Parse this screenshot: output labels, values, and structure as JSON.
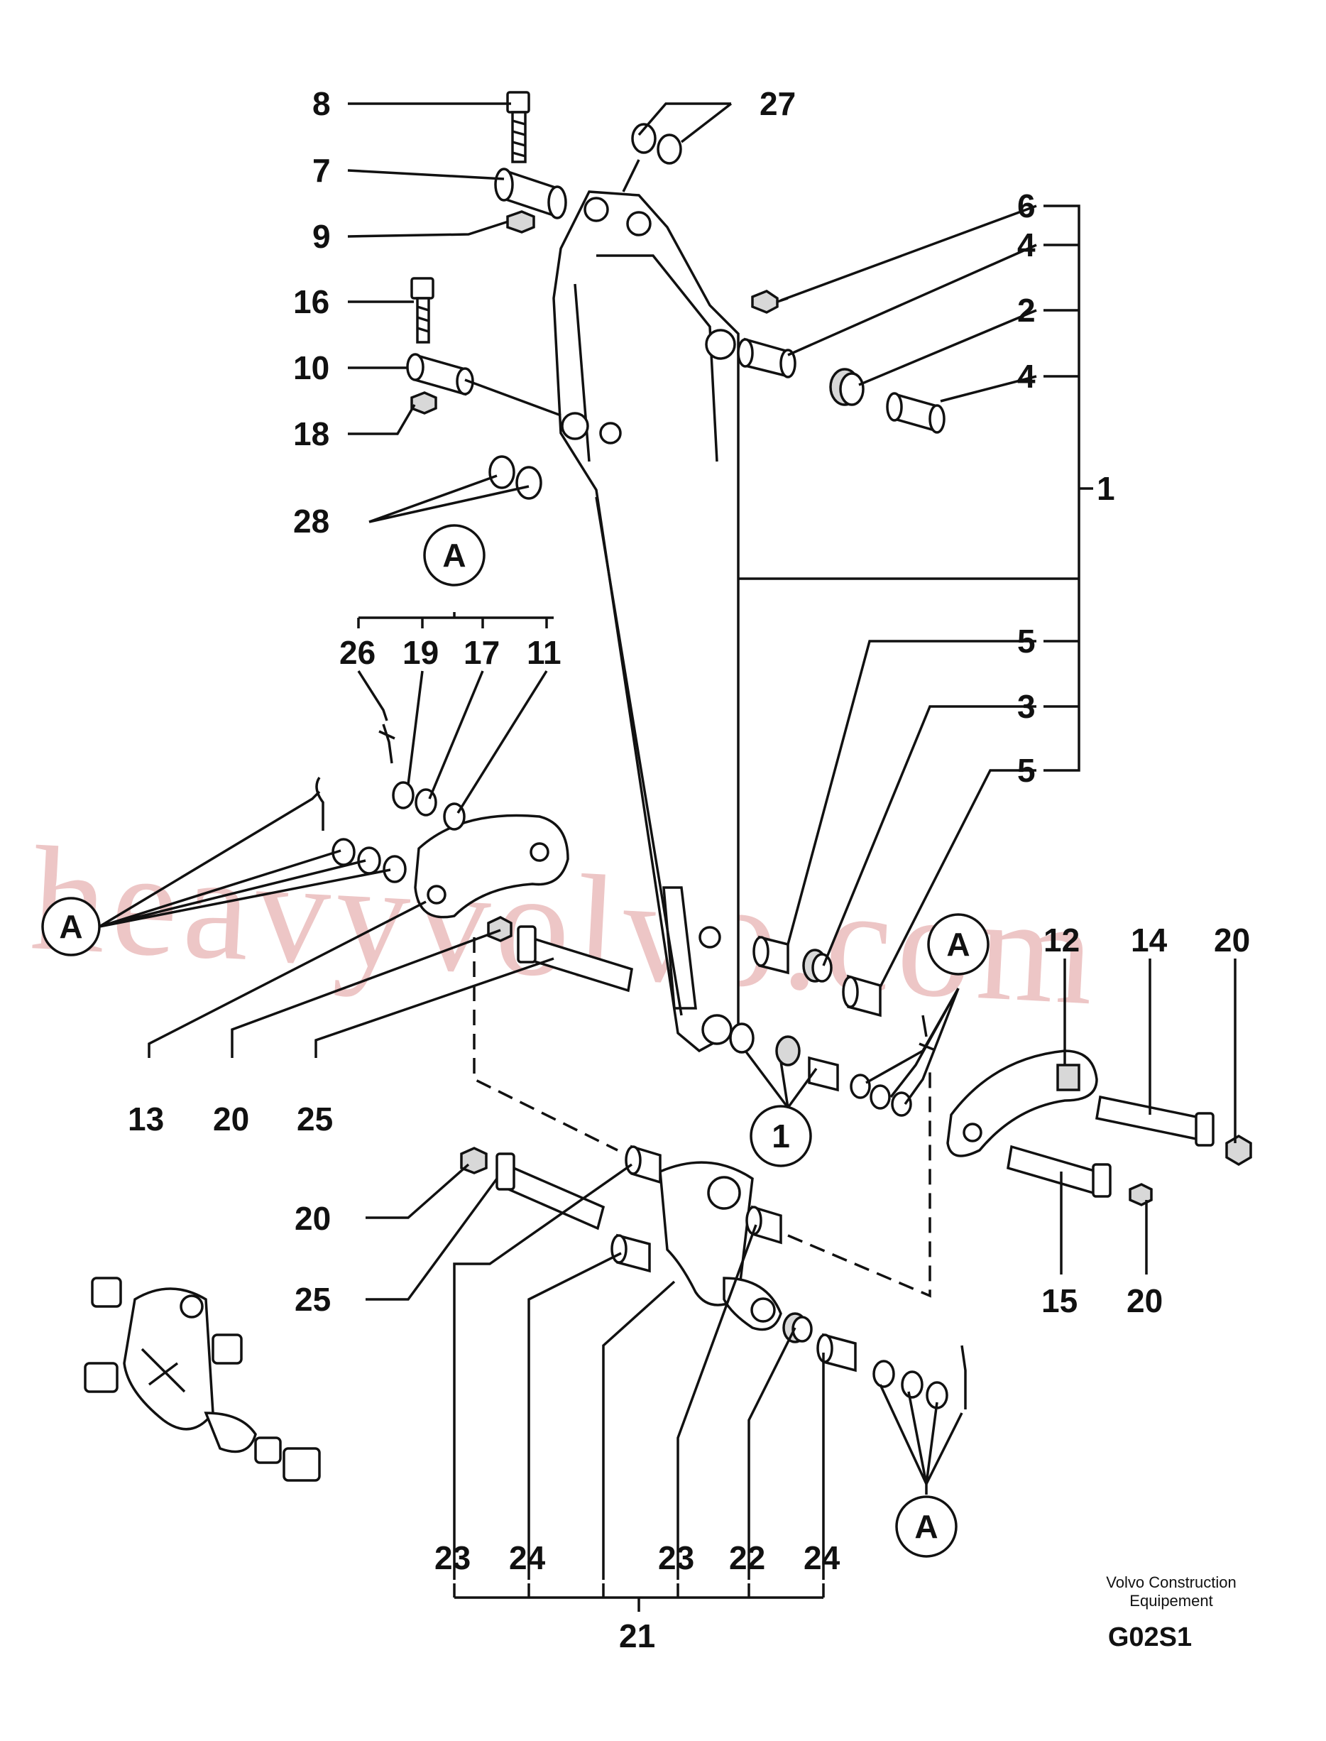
{
  "watermark": "heavyvolvo.com",
  "footer": {
    "company_line1": "Volvo Construction",
    "company_line2": "Equipement",
    "code": "G02S1"
  },
  "callouts": {
    "c8": "8",
    "c7": "7",
    "c9": "9",
    "c16": "16",
    "c10": "10",
    "c18": "18",
    "c28": "28",
    "c27": "27",
    "c6": "6",
    "c4a": "4",
    "c2": "2",
    "c4b": "4",
    "c1": "1",
    "c5a": "5",
    "c3": "3",
    "c5b": "5",
    "c26": "26",
    "c19": "19",
    "c17": "17",
    "c11": "11",
    "c13": "13",
    "c20a": "20",
    "c25a": "25",
    "c12": "12",
    "c14": "14",
    "c20b": "20",
    "c15": "15",
    "c20c": "20",
    "c20d": "20",
    "c25b": "25",
    "c23a": "23",
    "c24a": "24",
    "c23b": "23",
    "c22": "22",
    "c24b": "24",
    "c21": "21"
  },
  "circles": {
    "a_top": "A",
    "a_left": "A",
    "a_right": "A",
    "a_bottom": "A",
    "one": "1"
  }
}
